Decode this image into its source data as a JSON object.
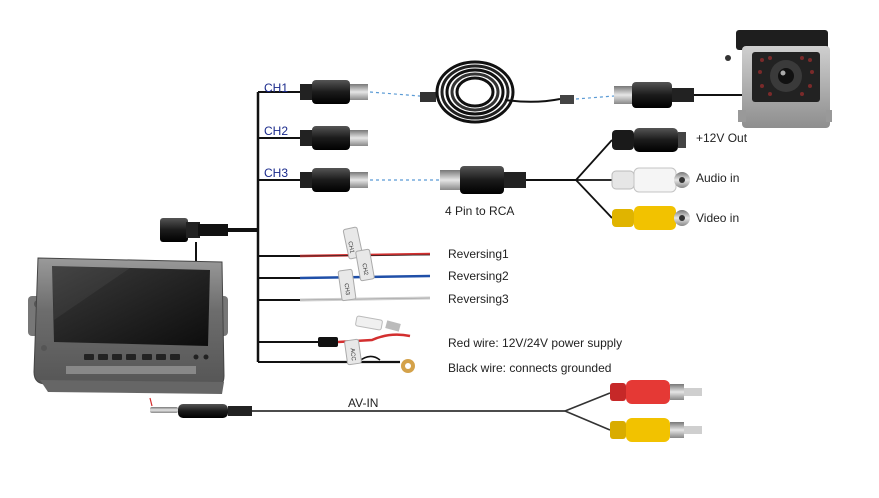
{
  "channels": [
    "CH1",
    "CH2",
    "CH3"
  ],
  "adapter_label": "4 Pin to RCA",
  "rca_outputs": [
    "+12V Out",
    "Audio in",
    "Video in"
  ],
  "reversing": [
    "Reversing1",
    "Reversing2",
    "Reversing3"
  ],
  "power": {
    "red": "Red wire: 12V/24V power supply",
    "black": "Black wire: connects grounded"
  },
  "av_in_label": "AV-IN",
  "tags": [
    "CH1",
    "CH2",
    "CH3",
    "ACC"
  ],
  "colors": {
    "channel_text": "#1a2a8c",
    "cable_dash": "#5b9bd5",
    "red_wire": "#d32f2f",
    "blue_wire": "#1f4fa8",
    "yellow_plug": "#f2c200",
    "red_plug": "#e53935",
    "white_plug": "#f2f2f2"
  }
}
